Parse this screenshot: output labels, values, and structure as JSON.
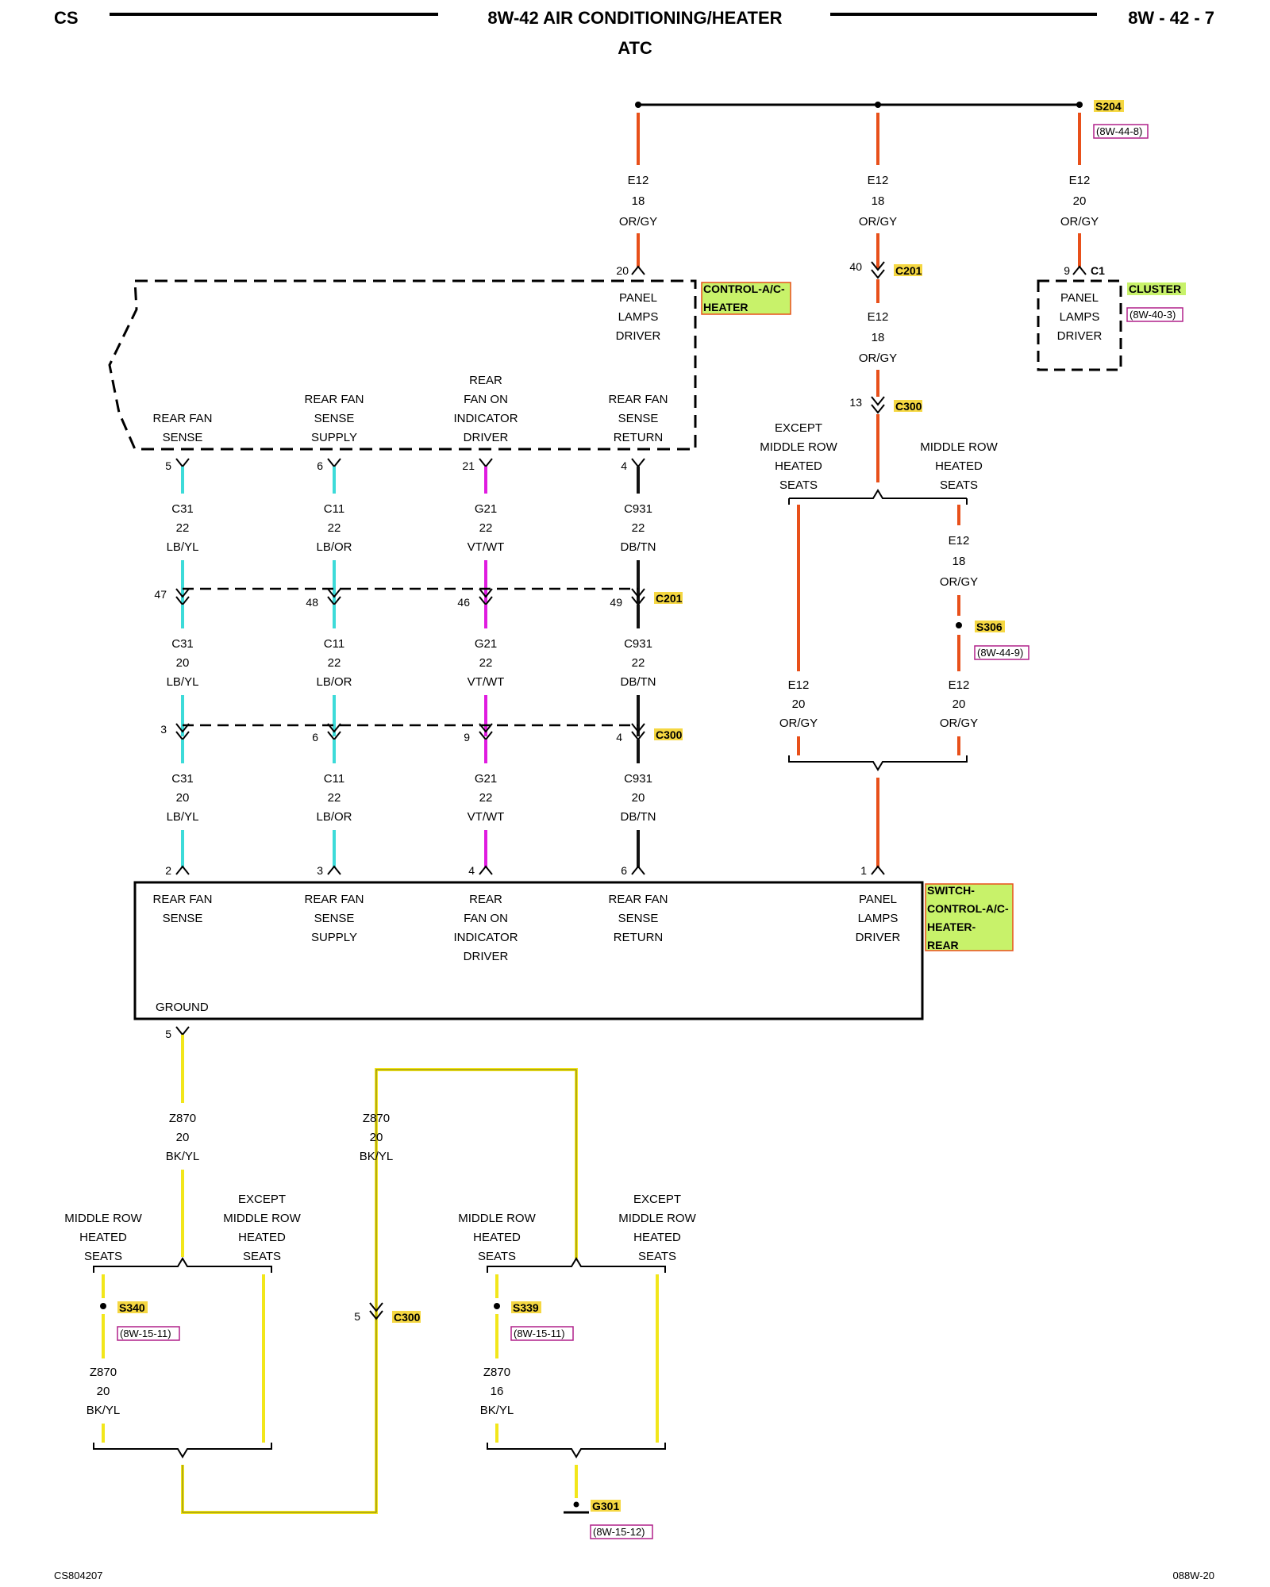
{
  "header": {
    "left": "CS",
    "title": "8W-42 AIR CONDITIONING/HEATER",
    "subtitle": "ATC",
    "right": "8W - 42 - 7"
  },
  "footer": {
    "left": "CS804207",
    "right": "088W-20"
  },
  "colors": {
    "or_gy": "#e8501a",
    "lb_yl": "#3ddbd9",
    "lb_or": "#3ddbd9",
    "vt_wt": "#e01ce0",
    "db_tn": "#111111",
    "bk_yl": "#f2e61a",
    "tag_fill": "#f5d742",
    "component_fill": "#c8f26a",
    "ref_border": "#b0208a"
  },
  "splices": {
    "s204": "S204",
    "s204_ref": "(8W-44-8)",
    "s306": "S306",
    "s306_ref": "(8W-44-9)",
    "s340": "S340",
    "s340_ref": "(8W-15-11)",
    "s339": "S339",
    "s339_ref": "(8W-15-11)"
  },
  "ground": {
    "name": "G301",
    "ref": "(8W-15-12)"
  },
  "connectors": {
    "c201": "C201",
    "c300": "C300",
    "c1": "C1"
  },
  "components": {
    "control_ac_heater": {
      "name_line1": "CONTROL-A/C-",
      "name_line2": "HEATER"
    },
    "cluster": {
      "name": "CLUSTER",
      "ref": "(8W-40-3)"
    },
    "switch_rear": {
      "line1": "SWITCH-",
      "line2": "CONTROL-A/C-",
      "line3": "HEATER-",
      "line4": "REAR"
    }
  },
  "labels": {
    "panel": "PANEL",
    "lamps": "LAMPS",
    "driver": "DRIVER",
    "rear_fan": "REAR FAN",
    "rear": "REAR",
    "sense": "SENSE",
    "supply": "SUPPLY",
    "fan_on": "FAN ON",
    "indicator": "INDICATOR",
    "return": "RETURN",
    "ground": "GROUND",
    "except": "EXCEPT",
    "middle_row": "MIDDLE ROW",
    "heated": "HEATED",
    "seats": "SEATS"
  },
  "wires": {
    "e12": "E12",
    "or_gy": "OR/GY",
    "c31": "C31",
    "lb_yl": "LB/YL",
    "c11": "C11",
    "lb_or": "LB/OR",
    "g21": "G21",
    "vt_wt": "VT/WT",
    "c931": "C931",
    "db_tn": "DB/TN",
    "z870": "Z870",
    "bk_yl": "BK/YL",
    "g16": "16",
    "g18": "18",
    "g20": "20",
    "g22": "22"
  },
  "pins": {
    "p20": "20",
    "p40": "40",
    "p9": "9",
    "p13": "13",
    "ctl_5": "5",
    "ctl_6": "6",
    "ctl_21": "21",
    "ctl_4": "4",
    "c201_47": "47",
    "c201_48": "48",
    "c201_46": "46",
    "c201_49": "49",
    "c300_3": "3",
    "c300_6": "6",
    "c300_9": "9",
    "c300_4": "4",
    "sw_2": "2",
    "sw_3": "3",
    "sw_4": "4",
    "sw_6": "6",
    "sw_1": "1",
    "sw_gnd_5": "5",
    "c300_gnd_5": "5"
  }
}
